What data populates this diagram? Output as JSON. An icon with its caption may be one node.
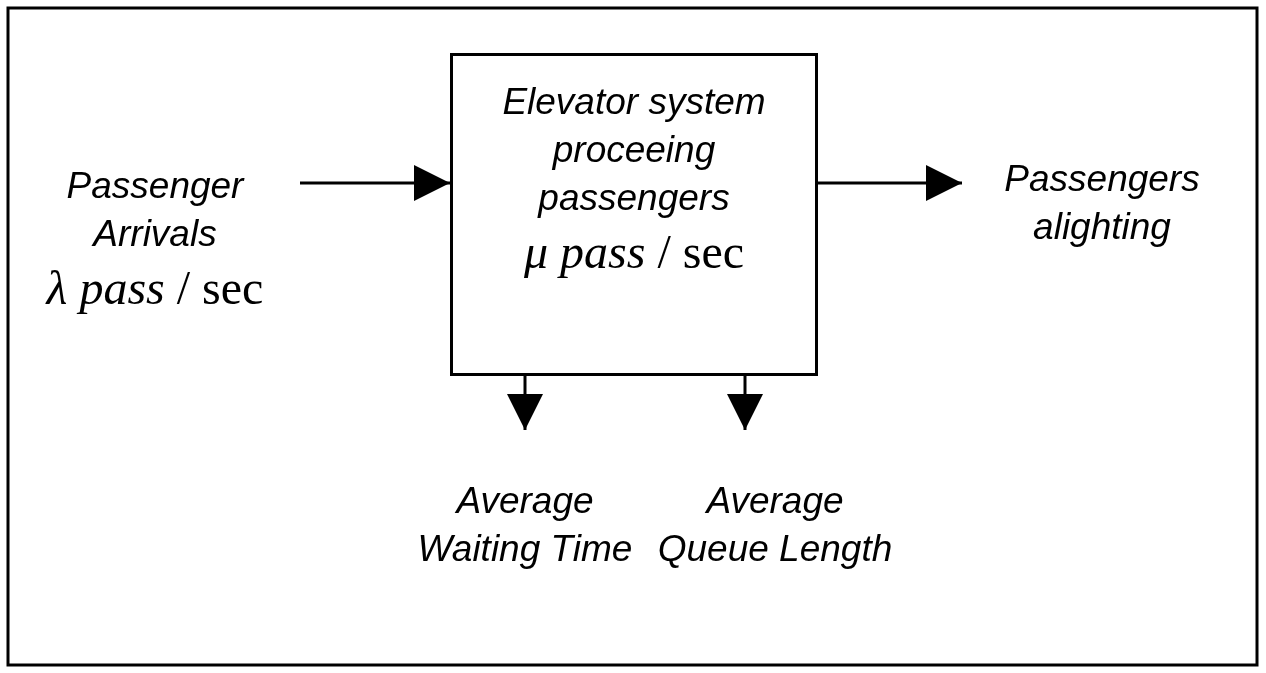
{
  "diagram": {
    "nodes": [
      {
        "text": [
          "Passenger Arrivals",
          "*λ pass* / sec"
        ]
      },
      {
        "text": [
          "Elevator system proceeing passengers",
          "*μ pass* / sec"
        ]
      },
      {
        "text": [
          "Passengers alighting"
        ]
      },
      {
        "text": [
          "Average Waiting Time"
        ]
      },
      {
        "text": [
          "Average Queue Length"
        ]
      }
    ],
    "edges": [
      {
        "from": 0,
        "to": 1,
        "arrow": "to"
      },
      {
        "from": 1,
        "to": 2,
        "arrow": "to"
      },
      {
        "from": 1,
        "to": 3,
        "arrow": "to"
      },
      {
        "from": 1,
        "to": 4,
        "arrow": "to"
      }
    ]
  }
}
